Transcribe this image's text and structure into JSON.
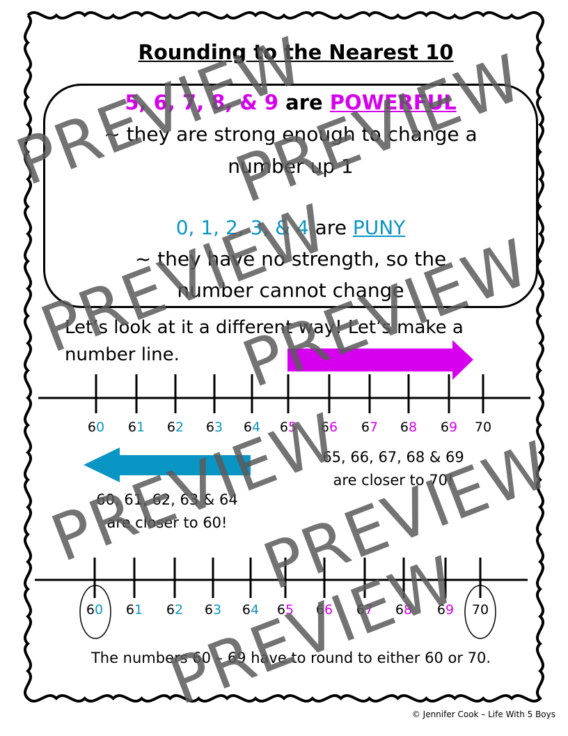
{
  "title": "Rounding to the Nearest 10",
  "powerful": {
    "digits": "5, 6, 7, 8, & 9",
    "are": " are ",
    "word": "POWERFUL",
    "line2": "~ they are strong enough to change a",
    "line3": "number up 1"
  },
  "puny": {
    "digits": "0, 1, 2, 3, & 4",
    "are": " are ",
    "word": "PUNY",
    "line2": "~ they have no strength, so the",
    "line3": "number cannot change"
  },
  "intro": {
    "line1": "Let’s look at it a different way! Let’s make a",
    "line2": "number line."
  },
  "number_line": {
    "tens": "6",
    "ones": [
      "0",
      "1",
      "2",
      "3",
      "4",
      "5",
      "6",
      "7",
      "8",
      "9"
    ],
    "end": "70"
  },
  "note_up": {
    "line1": "65, 66, 67, 68 & 69",
    "line2": "are closer to 70!"
  },
  "note_down": {
    "line1": "60, 61, 62, 63 & 64",
    "line2": "are closer to 60!"
  },
  "conclusion": "The numbers 60 – 69 have to round to either 60 or 70.",
  "footer": "© Jennifer Cook – Life With 5 Boys",
  "watermark": "PREVIEW",
  "colors": {
    "powerful": "#d600ef",
    "puny": "#0a96c4"
  }
}
